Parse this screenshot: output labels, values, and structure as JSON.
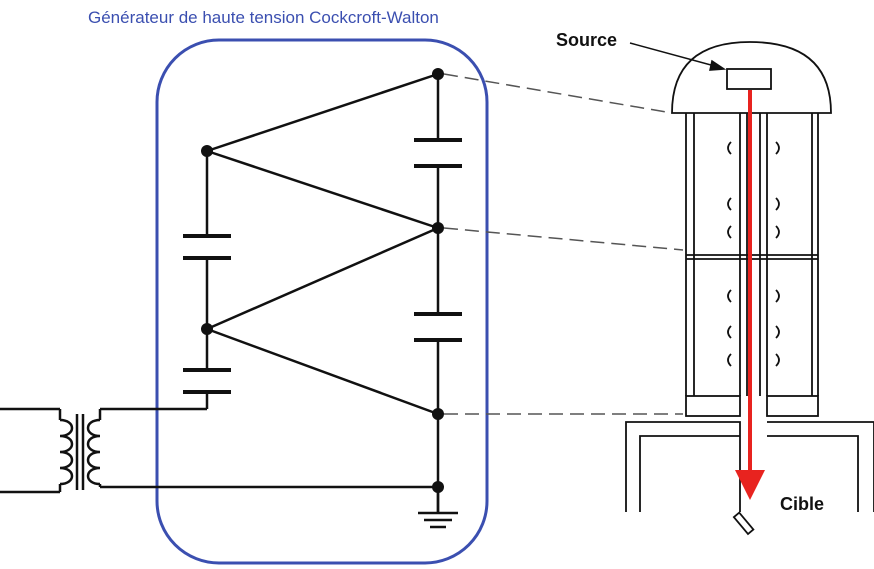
{
  "diagram": {
    "title": "Générateur de haute tension Cockcroft-Walton",
    "labels": {
      "source": "Source",
      "target": "Cible"
    },
    "colors": {
      "frame": "#3b4fb0",
      "beam": "#e8231f",
      "line": "#111111"
    }
  }
}
